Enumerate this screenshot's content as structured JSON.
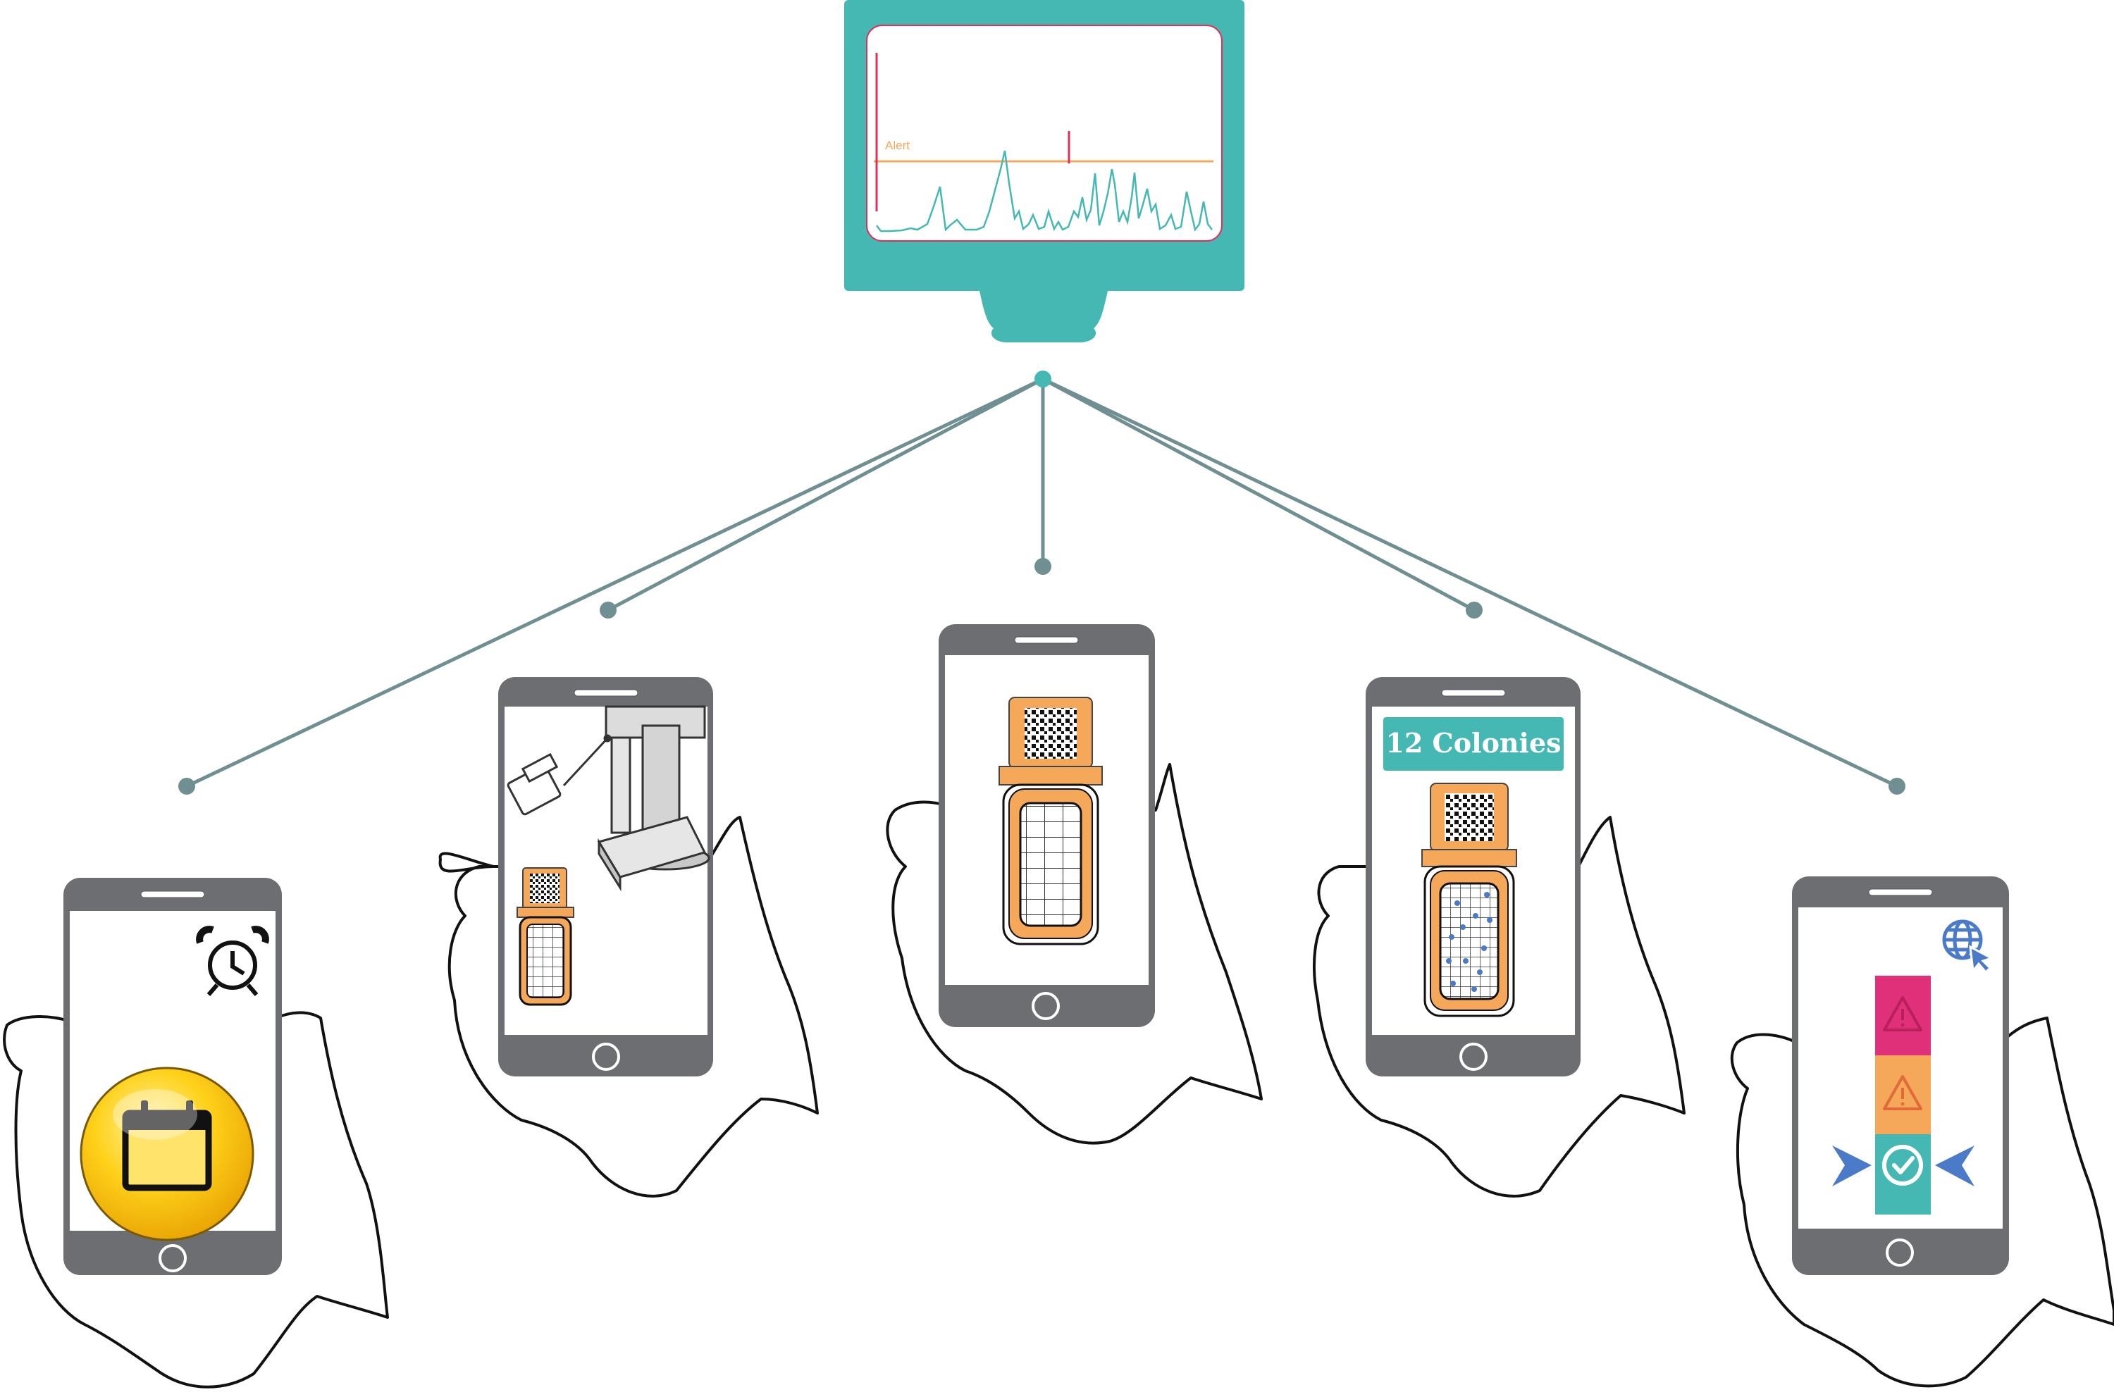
{
  "monitor": {
    "alert_label": "Alert",
    "colors": {
      "frame": "#45b8b4",
      "alert_line": "#f5a85a",
      "signal": "#45b8b4",
      "spike": "#e0305a",
      "connector": "#6f8f92"
    }
  },
  "phones": [
    {
      "id": "scheduling",
      "icons": [
        "alarm-clock-icon",
        "calendar-icon"
      ]
    },
    {
      "id": "sampling",
      "icons": [
        "air-sampler-icon",
        "qr-code-icon"
      ]
    },
    {
      "id": "scanning",
      "icons": [
        "qr-code-icon",
        "media-cassette-icon"
      ]
    },
    {
      "id": "counting",
      "badge_text": "12 Colonies",
      "icons": [
        "qr-code-icon",
        "colony-cassette-icon"
      ]
    },
    {
      "id": "status",
      "icons": [
        "web-globe-icon",
        "warning-icon",
        "warning-icon",
        "checkmark-icon"
      ],
      "status_colors": [
        "#e0307a",
        "#f5a85a",
        "#45b8b4"
      ]
    }
  ],
  "colors": {
    "phone_body": "#6d6e71",
    "accent_orange": "#f5a85a",
    "badge": "#45b8b4",
    "calendar_yellow": "#ffd11a"
  }
}
